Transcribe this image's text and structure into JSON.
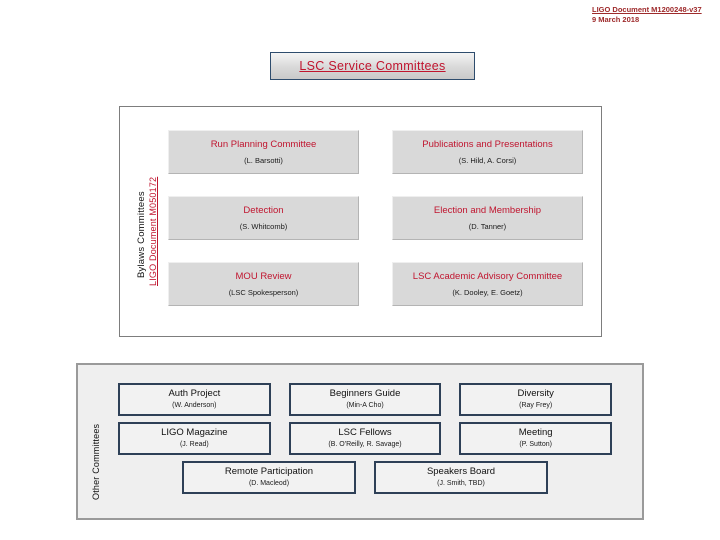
{
  "document_header": {
    "doc_id": "LIGO Document M1200248-v37",
    "doc_date": "9 March 2018"
  },
  "title_banner": {
    "text": "LSC Service Committees"
  },
  "service_section": {
    "side_label": "Bylaws Committees",
    "doc_reference": "LIGO Document M050172",
    "rows": [
      [
        {
          "title": "Run Planning Committee",
          "people": "(L. Barsotti)"
        },
        {
          "title": "Publications and Presentations",
          "people": "(S. Hild, A. Corsi)"
        }
      ],
      [
        {
          "title": "Detection",
          "people": "(S. Whitcomb)"
        },
        {
          "title": "Election and Membership",
          "people": "(D. Tanner)"
        }
      ],
      [
        {
          "title": "MOU Review",
          "people": "(LSC Spokesperson)"
        },
        {
          "title": "LSC Academic Advisory Committee",
          "people": "(K. Dooley, E. Goetz)"
        }
      ]
    ]
  },
  "other_section": {
    "side_label": "Other Committees",
    "rows": [
      [
        {
          "title": "Auth Project",
          "people": "(W. Anderson)"
        },
        {
          "title": "Beginners Guide",
          "people": "(Min-A Cho)"
        },
        {
          "title": "Diversity",
          "people": "(Ray Frey)"
        }
      ],
      [
        {
          "title": "LIGO Magazine",
          "people": "(J. Read)"
        },
        {
          "title": "LSC Fellows",
          "people": "(B. O'Reilly, R. Savage)"
        },
        {
          "title": "Meeting",
          "people": "(P. Sutton)"
        }
      ],
      [
        {
          "title": "Remote Participation",
          "people": "(D. Macleod)"
        },
        {
          "title": "Speakers Board",
          "people": "(J. Smith, TBD)"
        }
      ]
    ]
  },
  "colors": {
    "accent_red": "#C0152F",
    "box_border_navy": "#2E4057",
    "panel_border_gray": "#9a9a9a"
  }
}
